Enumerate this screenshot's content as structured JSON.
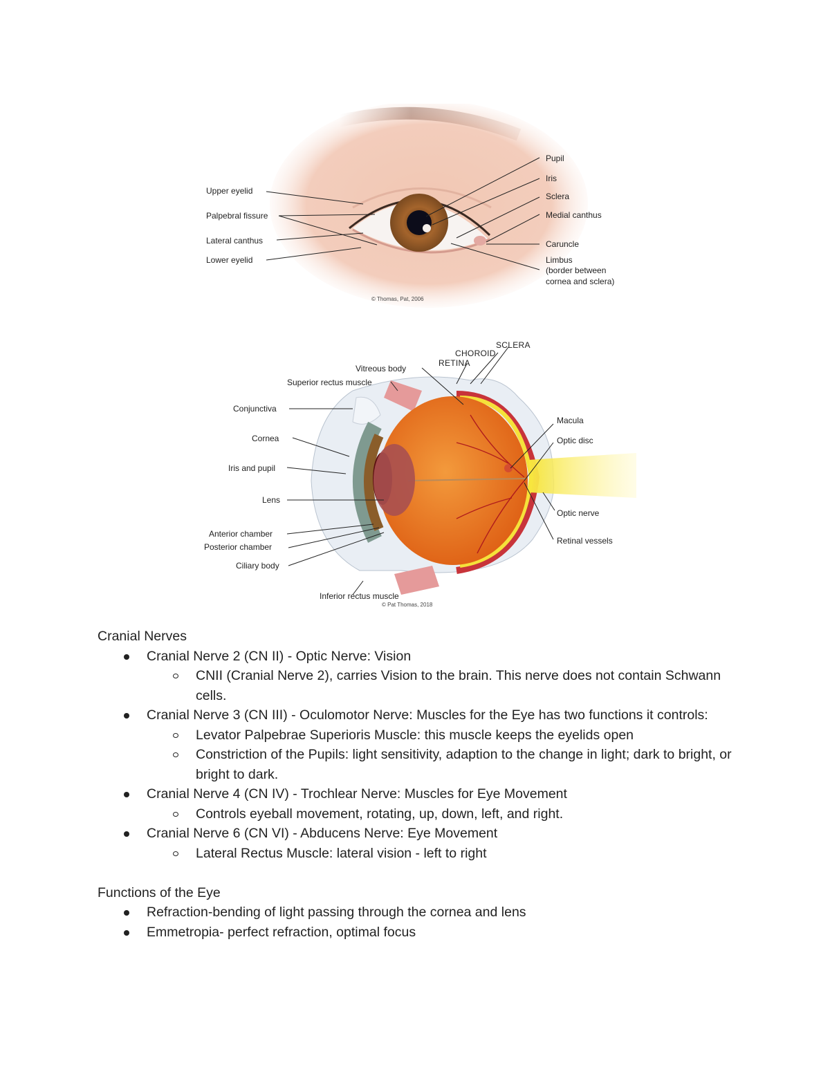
{
  "figure1": {
    "labels_left": [
      "Upper eyelid",
      "Palpebral fissure",
      "Lateral canthus",
      "Lower eyelid"
    ],
    "labels_right": [
      "Pupil",
      "Iris",
      "Sclera",
      "Medial canthus",
      "Caruncle",
      "Limbus",
      "(border between",
      "cornea and sclera)"
    ],
    "credit": "© Thomas, Pat, 2006"
  },
  "figure2": {
    "labels_top": [
      "SCLERA",
      "CHOROID",
      "RETINA",
      "Vitreous body",
      "Superior rectus muscle"
    ],
    "labels_left": [
      "Conjunctiva",
      "Cornea",
      "Iris and pupil",
      "Lens",
      "Anterior chamber",
      "Posterior chamber",
      "Ciliary body"
    ],
    "labels_right": [
      "Macula",
      "Optic disc",
      "Optic nerve",
      "Retinal vessels"
    ],
    "labels_bottom": [
      "Inferior rectus muscle"
    ],
    "credit": "© Pat Thomas, 2018",
    "colors": {
      "vitreous": "#e8741c",
      "retina_yellow": "#f5e23a",
      "choroid_red": "#c8343a",
      "sclera": "#e9eef4",
      "iris": "#7a5a2e",
      "muscle": "#e08080"
    }
  },
  "section1": {
    "heading": "Cranial Nerves",
    "items": [
      {
        "text": "Cranial Nerve 2 (CN II) - Optic Nerve: Vision",
        "sub": [
          "CNII (Cranial Nerve 2), carries Vision to the brain. This nerve does not contain Schwann cells."
        ]
      },
      {
        "text": "Cranial Nerve 3 (CN III) - Oculomotor Nerve: Muscles for the Eye has two functions it controls:",
        "sub": [
          "Levator Palpebrae Superioris Muscle: this muscle keeps the eyelids open",
          "Constriction of the Pupils: light sensitivity, adaption to the change in light; dark to bright, or bright to dark."
        ]
      },
      {
        "text": "Cranial Nerve 4 (CN IV) - Trochlear Nerve: Muscles for Eye Movement",
        "sub": [
          "Controls eyeball movement, rotating, up, down, left, and right."
        ]
      },
      {
        "text": "Cranial Nerve 6 (CN VI) - Abducens Nerve: Eye Movement",
        "sub": [
          "Lateral Rectus Muscle: lateral vision - left to right"
        ]
      }
    ]
  },
  "section2": {
    "heading": "Functions of the Eye",
    "items": [
      {
        "text": "Refraction-bending of light passing through the cornea and lens"
      },
      {
        "text": "Emmetropia- perfect refraction, optimal focus"
      }
    ]
  }
}
